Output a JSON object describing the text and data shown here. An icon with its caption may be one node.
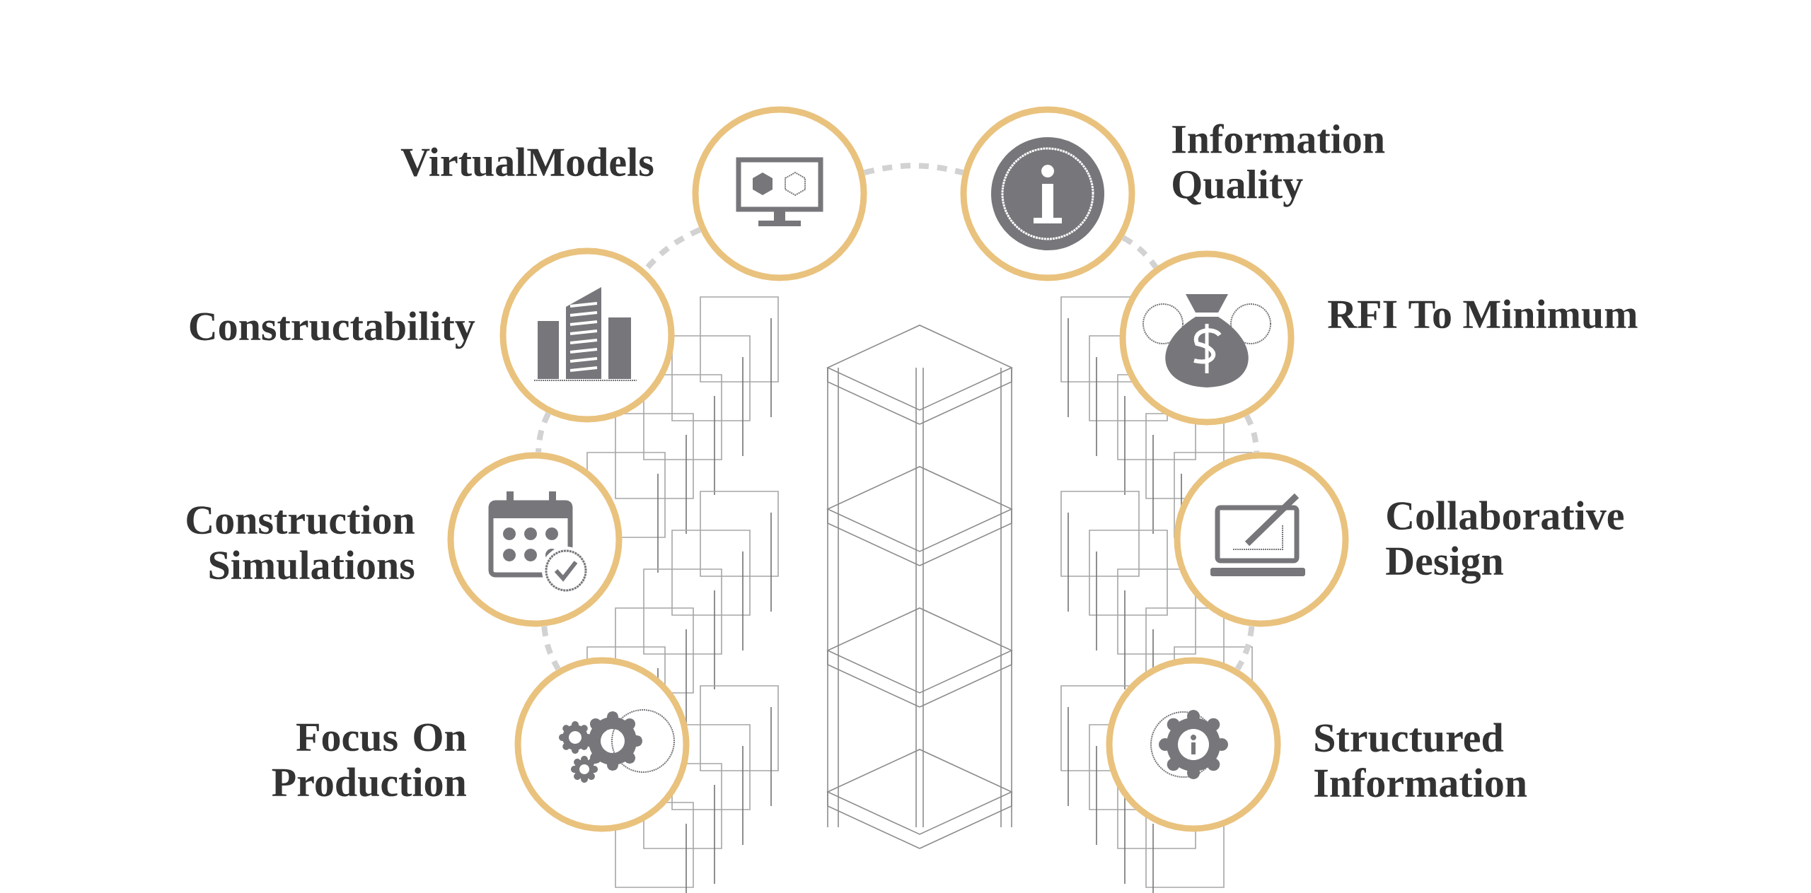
{
  "diagram": {
    "nodes": [
      {
        "text": [],
        "shape": "circle",
        "beside": [
          "VirtualModels"
        ]
      },
      {
        "text": [],
        "shape": "circle",
        "beside": [
          "Information Quality"
        ]
      },
      {
        "text": [],
        "shape": "circle",
        "beside": [
          "Constructability"
        ]
      },
      {
        "text": [],
        "shape": "circle",
        "beside": [
          "RFI To Minimum"
        ]
      },
      {
        "text": [],
        "shape": "circle",
        "beside": [
          "Construction Simulations"
        ]
      },
      {
        "text": [],
        "shape": "circle",
        "beside": [
          "Collaborative Design"
        ]
      },
      {
        "text": [],
        "shape": "circle",
        "beside": [
          "Focus On Production"
        ]
      },
      {
        "text": [],
        "shape": "circle",
        "beside": [
          "Structured Information"
        ]
      }
    ],
    "edges": [
      {
        "from": 0,
        "to": 1,
        "arrow": "none"
      },
      {
        "from": 0,
        "to": 2,
        "arrow": "none"
      },
      {
        "from": 2,
        "to": 4,
        "arrow": "none"
      },
      {
        "from": 4,
        "to": 6,
        "arrow": "none"
      },
      {
        "from": 1,
        "to": 3,
        "arrow": "none"
      },
      {
        "from": 3,
        "to": 5,
        "arrow": "none"
      },
      {
        "from": 5,
        "to": 7,
        "arrow": "none"
      }
    ]
  }
}
